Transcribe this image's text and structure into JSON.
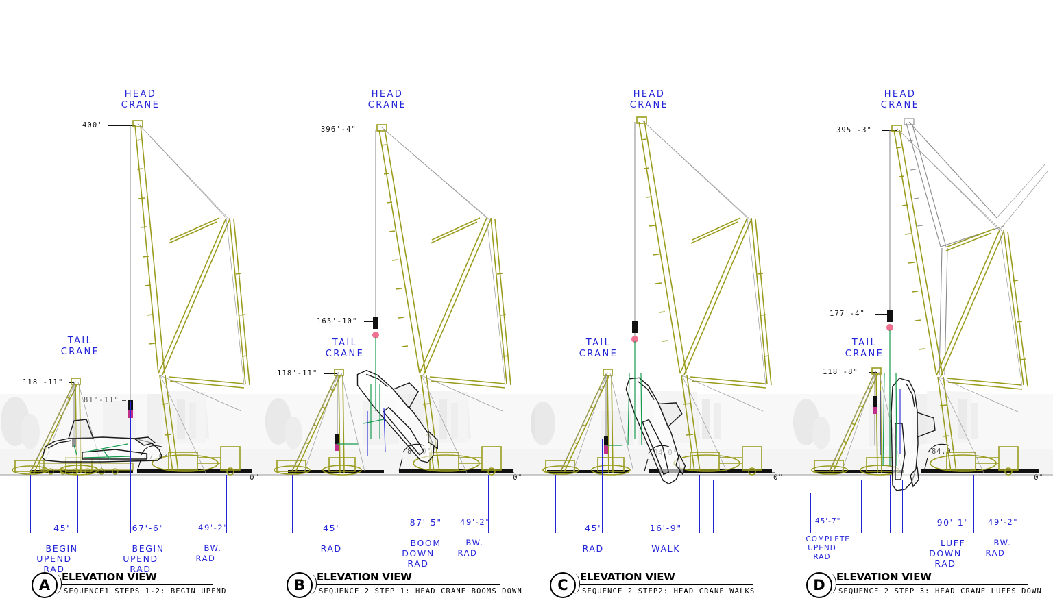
{
  "sheet": {
    "title": "ELEVATION VIEW SEQUENCE",
    "ground_ref": "0\"",
    "head_crane_label": "HEAD\nCRANE",
    "tail_crane_label": "TAIL\nCRANE"
  },
  "panels": [
    {
      "id": "A",
      "caption_title": "ELEVATION VIEW",
      "caption_sub": "SEQUENCE1 STEPS 1-2:  BEGIN UPEND",
      "head_crane": "HEAD\nCRANE",
      "tail_crane": "TAIL\nCRANE",
      "head_height": "400'",
      "tail_height": "118'-11\"",
      "hook_height": "81'-11\"",
      "boom_angle": "87.0°",
      "ground_ref": "0\"",
      "dims": [
        {
          "value": "45'",
          "note": "BEGIN\nUPEND\nRAD"
        },
        {
          "value": "67'-6\"",
          "note": "BEGIN\nUPEND\nRAD"
        },
        {
          "value": "49'-2\"",
          "note": "BW.\nRAD"
        }
      ]
    },
    {
      "id": "B",
      "caption_title": "ELEVATION VIEW",
      "caption_sub": "SEQUENCE 2 STEP 1:  HEAD CRANE BOOMS DOWN",
      "head_crane": "HEAD\nCRANE",
      "tail_crane": "TAIL\nCRANE",
      "head_height": "396'-4\"",
      "tail_height": "118'-11\"",
      "hook_height": "165'-10\"",
      "boom_angle": "84.0°",
      "ground_ref": "0\"",
      "dims": [
        {
          "value": "45'",
          "note": "RAD"
        },
        {
          "value": "87'-5\"",
          "note": "BOOM\nDOWN\nRAD"
        },
        {
          "value": "49'-2\"",
          "note": "BW.\nRAD"
        }
      ]
    },
    {
      "id": "C",
      "caption_title": "ELEVATION VIEW",
      "caption_sub": "SEQUENCE 2 STEP2:  HEAD CRANE WALKS",
      "head_crane": "HEAD\nCRANE",
      "tail_crane": "TAIL\nCRANE",
      "head_height": "",
      "tail_height": "",
      "hook_height": "",
      "boom_angle": "84.0°",
      "ground_ref": "0\"",
      "dims": [
        {
          "value": "45'",
          "note": "RAD"
        },
        {
          "value": "16'-9\"",
          "note": "WALK"
        }
      ]
    },
    {
      "id": "D",
      "caption_title": "ELEVATION VIEW",
      "caption_sub": "SEQUENCE 2 STEP 3:  HEAD  CRANE LUFFS DOWN",
      "head_crane": "HEAD\nCRANE",
      "tail_crane": "TAIL\nCRANE",
      "head_height": "395'-3\"",
      "tail_height": "118'-8\"",
      "hook_height": "177'-4\"",
      "boom_angle": "84.0°",
      "ground_ref": "0\"",
      "dims": [
        {
          "value": "45'-7\"",
          "note": "COMPLETE\nUPEND\nRAD"
        },
        {
          "value": "90'-1\"",
          "note": "LUFF\nDOWN\nRAD"
        },
        {
          "value": "49'-2\"",
          "note": "BW.\nRAD"
        }
      ]
    }
  ],
  "colors": {
    "boom": "#9a9c1e",
    "dimension": "#2323d8",
    "ground": "#111111",
    "guy_wire": "#9a9a9a",
    "orbiter_outline": "#1a1a1a",
    "rigging_green": "#169c4e",
    "rigging_pink": "#f07090"
  }
}
